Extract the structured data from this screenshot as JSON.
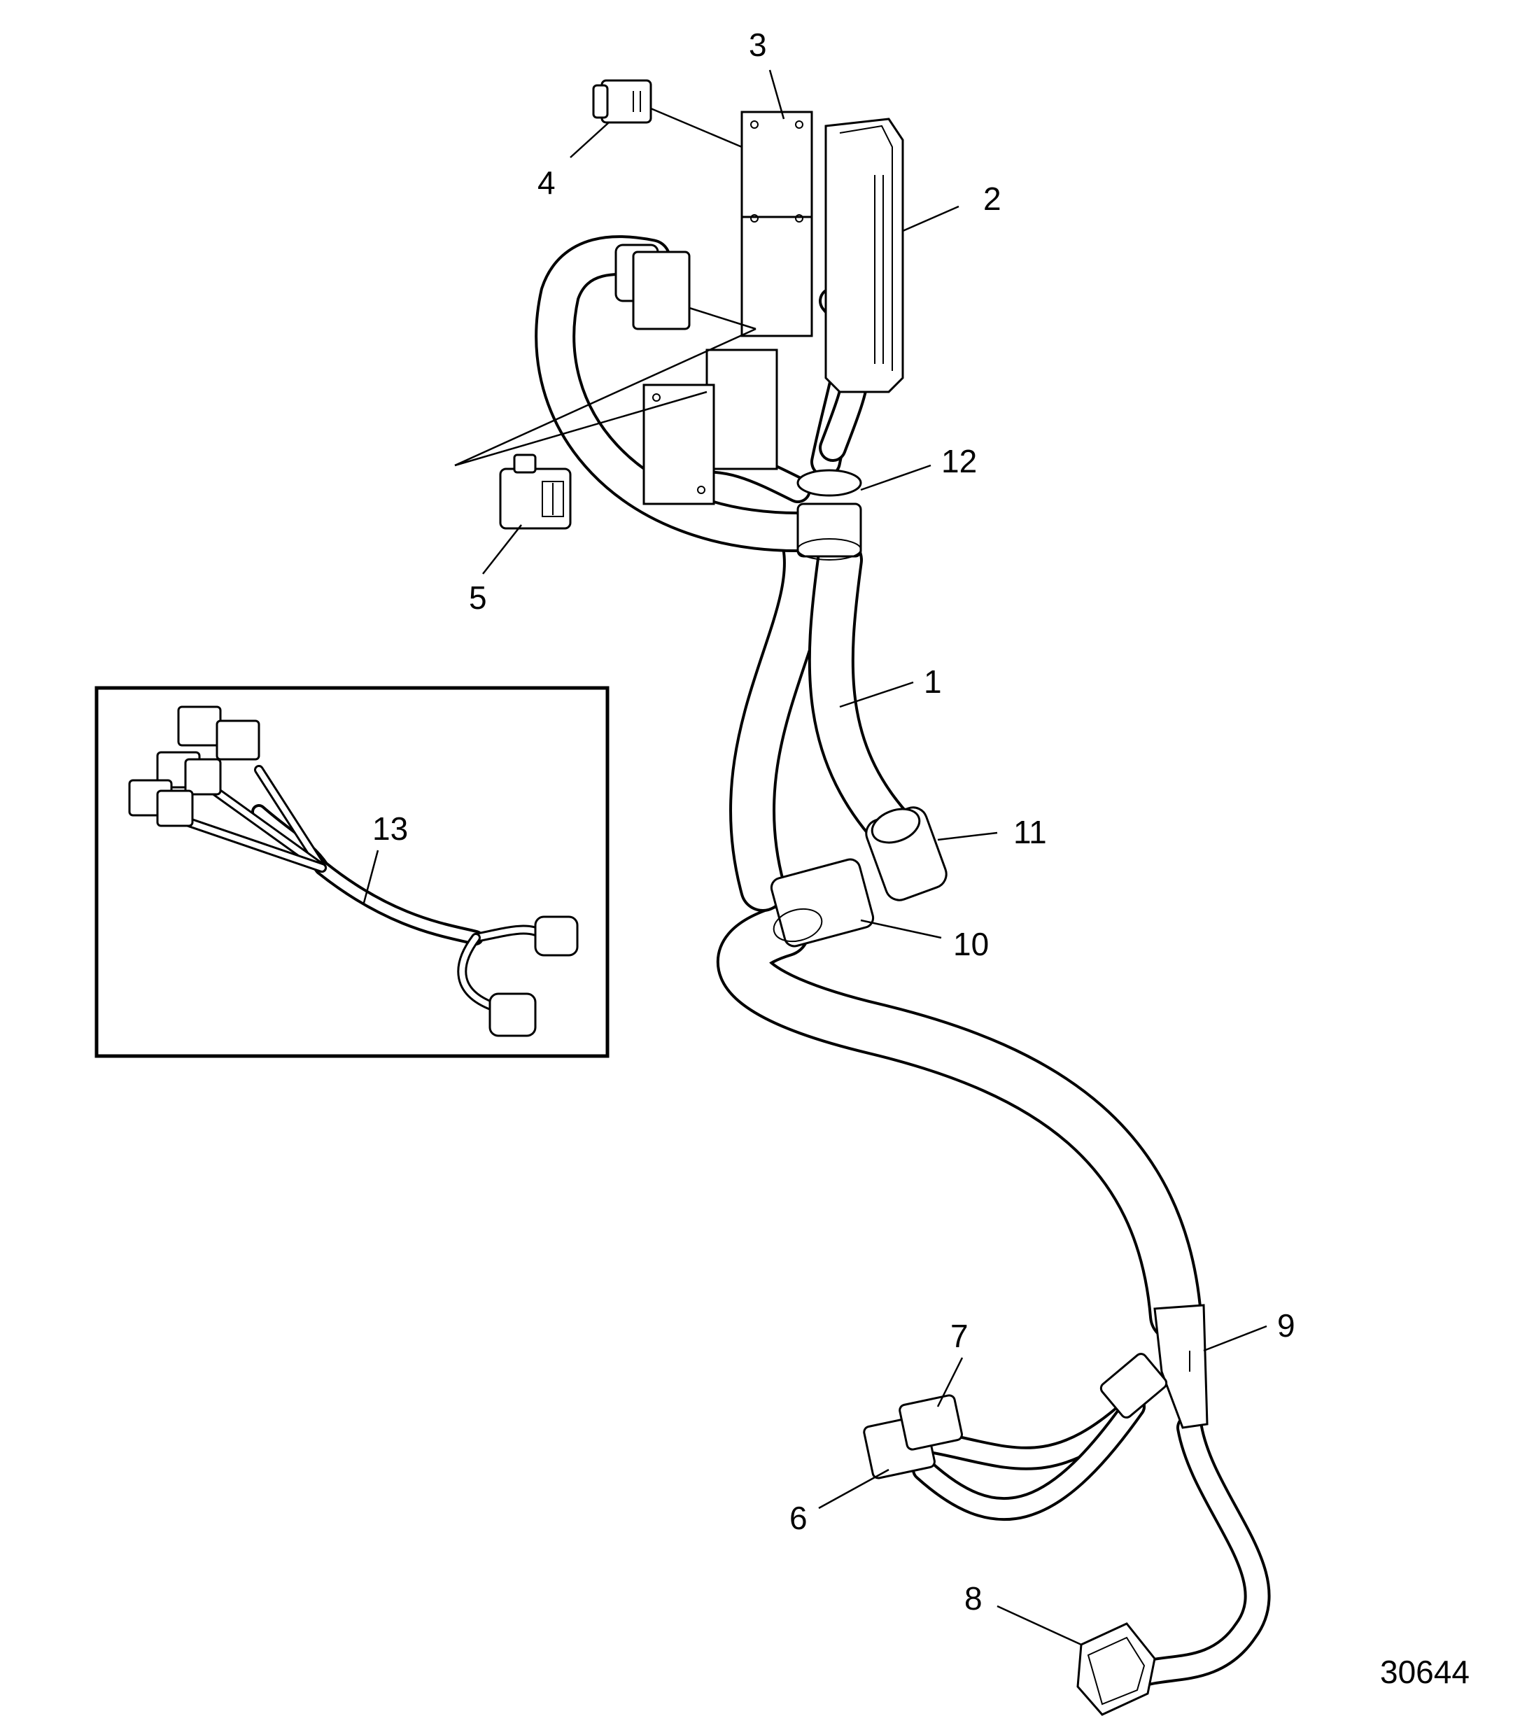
{
  "diagram": {
    "callouts": [
      {
        "id": "1",
        "text": "1"
      },
      {
        "id": "2",
        "text": "2"
      },
      {
        "id": "3",
        "text": "3"
      },
      {
        "id": "4",
        "text": "4"
      },
      {
        "id": "5",
        "text": "5"
      },
      {
        "id": "6",
        "text": "6"
      },
      {
        "id": "7",
        "text": "7"
      },
      {
        "id": "8",
        "text": "8"
      },
      {
        "id": "9",
        "text": "9"
      },
      {
        "id": "10",
        "text": "10"
      },
      {
        "id": "11",
        "text": "11"
      },
      {
        "id": "12",
        "text": "12"
      },
      {
        "id": "13",
        "text": "13"
      }
    ],
    "figure_number": "30644"
  }
}
